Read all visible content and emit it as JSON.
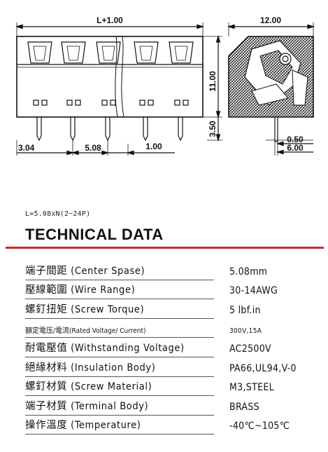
{
  "drawing": {
    "dim_total_length": "L+1.00",
    "dim_depth": "12.00",
    "dim_height": "11.00",
    "dim_pin_length": "3.50",
    "dim_pin_offset": "3.04",
    "dim_pitch": "5.08",
    "dim_pin_spacing": "1.00",
    "dim_pin_thickness": "0.50",
    "dim_base_width": "6.00"
  },
  "formula": "L=5.08xN(2~24P)",
  "heading": "TECHNICAL DATA",
  "accent_color": "#d0272c",
  "specs": [
    {
      "label": "端子間距 (Center Spase)",
      "value": "5.08mm"
    },
    {
      "label": "壓線範圍 (Wire Range)",
      "value": "30-14AWG"
    },
    {
      "label": "螺釘扭矩 (Screw Torque)",
      "value": "5 lbf.in"
    },
    {
      "label": "額定電压/電流(Rated Voltage/ Current)",
      "value": "300V,15A",
      "small": true
    },
    {
      "label": "耐電壓值 (Withstanding Voltage)",
      "value": "AC2500V"
    },
    {
      "label": "絕緣材料 (Insulation Body)",
      "value": "PA66,UL94,V-0"
    },
    {
      "label": "螺釘材質 (Screw Material)",
      "value": "M3,STEEL"
    },
    {
      "label": "端子材質 (Terminal Body)",
      "value": "BRASS"
    },
    {
      "label": "操作溫度 (Temperature)",
      "value": "-40℃~105℃"
    }
  ]
}
